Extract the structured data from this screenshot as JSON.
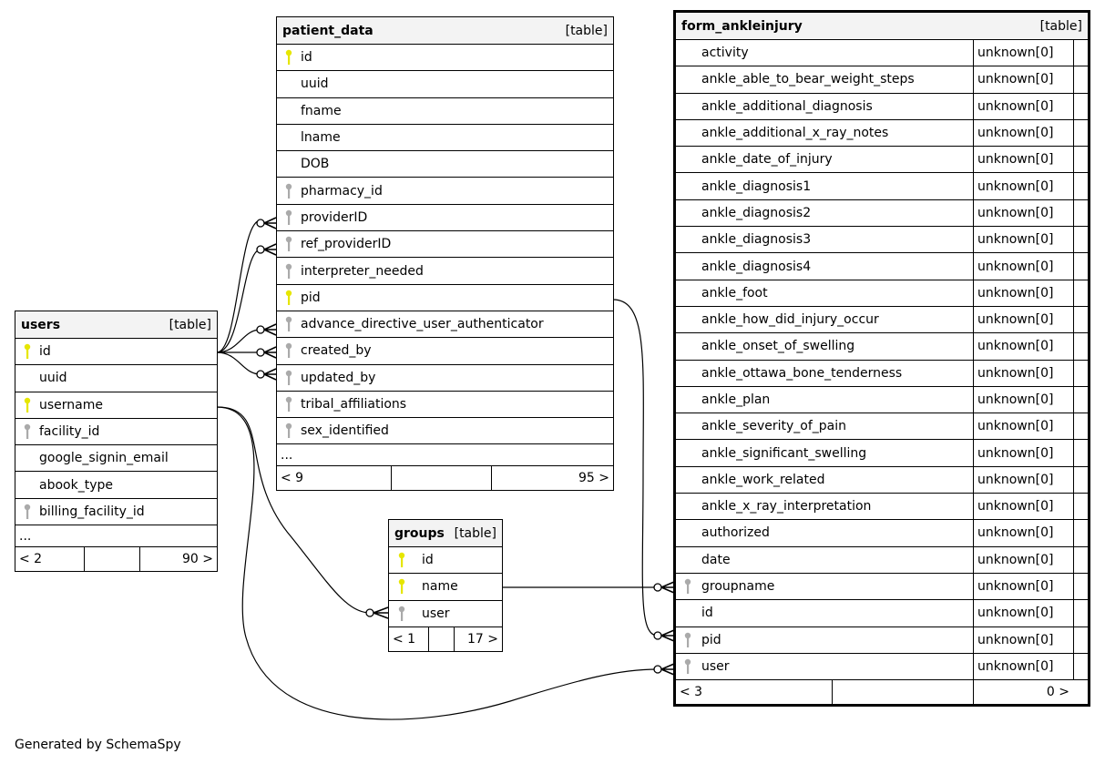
{
  "generated": "Generated by SchemaSpy",
  "colors": {
    "pk_key": "#e6e600",
    "fk_key": "#aaaaaa",
    "header_bg": "#f3f3f3"
  },
  "users": {
    "name": "users",
    "kind": "[table]",
    "rows": [
      "id",
      "uuid",
      "username",
      "facility_id",
      "google_signin_email",
      "abook_type",
      "billing_facility_id"
    ],
    "more": "...",
    "footer": [
      "< 2",
      "",
      "90 >"
    ]
  },
  "patient_data": {
    "name": "patient_data",
    "kind": "[table]",
    "rows": [
      "id",
      "uuid",
      "fname",
      "lname",
      "DOB",
      "pharmacy_id",
      "providerID",
      "ref_providerID",
      "interpreter_needed",
      "pid",
      "advance_directive_user_authenticator",
      "created_by",
      "updated_by",
      "tribal_affiliations",
      "sex_identified"
    ],
    "more": "...",
    "footer": [
      "< 9",
      "",
      "95 >"
    ]
  },
  "groups": {
    "name": "groups",
    "kind": "[table]",
    "rows": [
      "id",
      "name",
      "user"
    ],
    "footer": [
      "< 1",
      "",
      "17 >"
    ]
  },
  "form_ankleinjury": {
    "name": "form_ankleinjury",
    "kind": "[table]",
    "rows": [
      {
        "name": "activity",
        "type": "unknown[0]"
      },
      {
        "name": "ankle_able_to_bear_weight_steps",
        "type": "unknown[0]"
      },
      {
        "name": "ankle_additional_diagnosis",
        "type": "unknown[0]"
      },
      {
        "name": "ankle_additional_x_ray_notes",
        "type": "unknown[0]"
      },
      {
        "name": "ankle_date_of_injury",
        "type": "unknown[0]"
      },
      {
        "name": "ankle_diagnosis1",
        "type": "unknown[0]"
      },
      {
        "name": "ankle_diagnosis2",
        "type": "unknown[0]"
      },
      {
        "name": "ankle_diagnosis3",
        "type": "unknown[0]"
      },
      {
        "name": "ankle_diagnosis4",
        "type": "unknown[0]"
      },
      {
        "name": "ankle_foot",
        "type": "unknown[0]"
      },
      {
        "name": "ankle_how_did_injury_occur",
        "type": "unknown[0]"
      },
      {
        "name": "ankle_onset_of_swelling",
        "type": "unknown[0]"
      },
      {
        "name": "ankle_ottawa_bone_tenderness",
        "type": "unknown[0]"
      },
      {
        "name": "ankle_plan",
        "type": "unknown[0]"
      },
      {
        "name": "ankle_severity_of_pain",
        "type": "unknown[0]"
      },
      {
        "name": "ankle_significant_swelling",
        "type": "unknown[0]"
      },
      {
        "name": "ankle_work_related",
        "type": "unknown[0]"
      },
      {
        "name": "ankle_x_ray_interpretation",
        "type": "unknown[0]"
      },
      {
        "name": "authorized",
        "type": "unknown[0]"
      },
      {
        "name": "date",
        "type": "unknown[0]"
      },
      {
        "name": "groupname",
        "type": "unknown[0]"
      },
      {
        "name": "id",
        "type": "unknown[0]"
      },
      {
        "name": "pid",
        "type": "unknown[0]"
      },
      {
        "name": "user",
        "type": "unknown[0]"
      }
    ],
    "footer": [
      "< 3",
      "",
      "0 >"
    ]
  }
}
